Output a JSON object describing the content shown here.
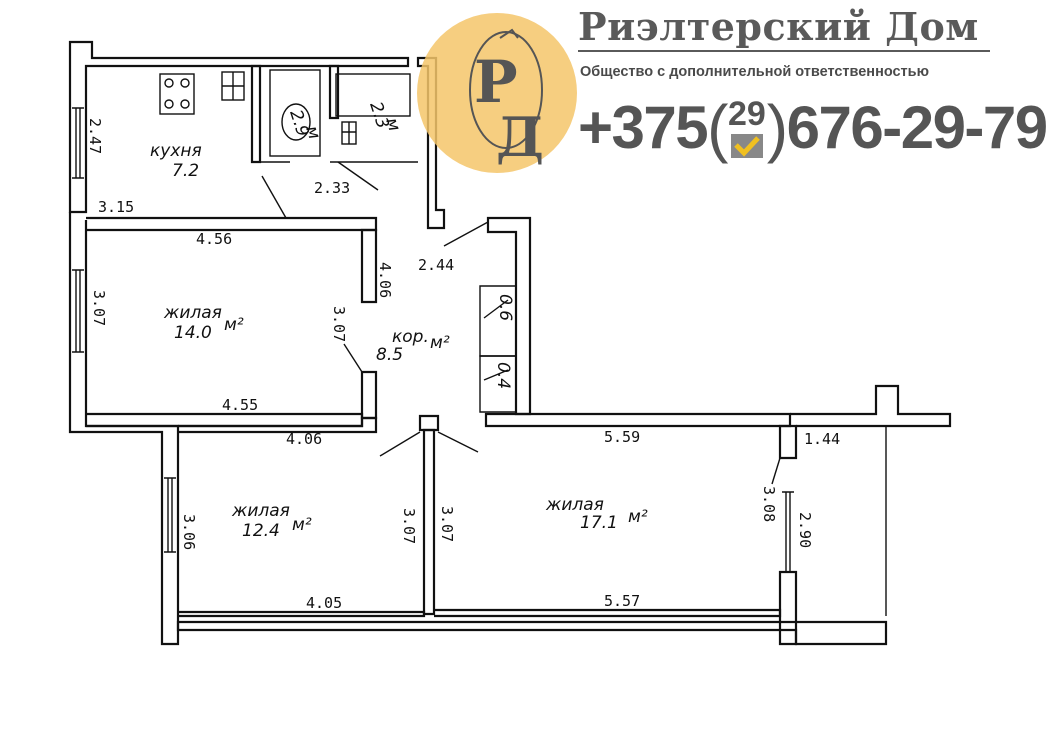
{
  "brand": {
    "name": "Риэлтерский Дом",
    "subtitle": "Общество с дополнительной ответственностью",
    "logo_letters": [
      "Р",
      "Д"
    ],
    "phone_prefix": "+375",
    "phone_code": "29",
    "phone_number": "676-29-79",
    "colors": {
      "logo_circle": "#f5c56a",
      "text_gray": "#555555",
      "check_yellow": "#f0c020"
    }
  },
  "rooms": {
    "kitchen": {
      "name": "кухня",
      "area": "7.2"
    },
    "bath": {
      "area": "2.9",
      "unit": "м"
    },
    "wc": {
      "area": "2.3",
      "unit": "м"
    },
    "living1": {
      "name": "жилая",
      "area": "14.0",
      "unit": "м²"
    },
    "corridor": {
      "name": "кор.",
      "area": "8.5",
      "unit": "м²"
    },
    "closet1": {
      "area": "0.6"
    },
    "closet2": {
      "area": "0.4"
    },
    "living2": {
      "name": "жилая",
      "area": "12.4",
      "unit": "м²"
    },
    "living3": {
      "name": "жилая",
      "area": "17.1",
      "unit": "м²"
    }
  },
  "dimensions": {
    "kitchen_height": "2.47",
    "kitchen_width": "3.15",
    "bath_width": "2.33",
    "living1_top": "4.56",
    "living1_left": "3.07",
    "living1_right": "3.07",
    "living1_bottom": "4.55",
    "corridor_left": "4.06",
    "corridor_top": "2.44",
    "living2_top": "4.06",
    "living2_left": "3.06",
    "living2_right": "3.07",
    "living2_bottom": "4.05",
    "living3_top": "5.59",
    "living3_left": "3.07",
    "living3_right": "3.08",
    "living3_bottom": "5.57",
    "balcony_top": "1.44",
    "balcony_side": "2.90"
  }
}
